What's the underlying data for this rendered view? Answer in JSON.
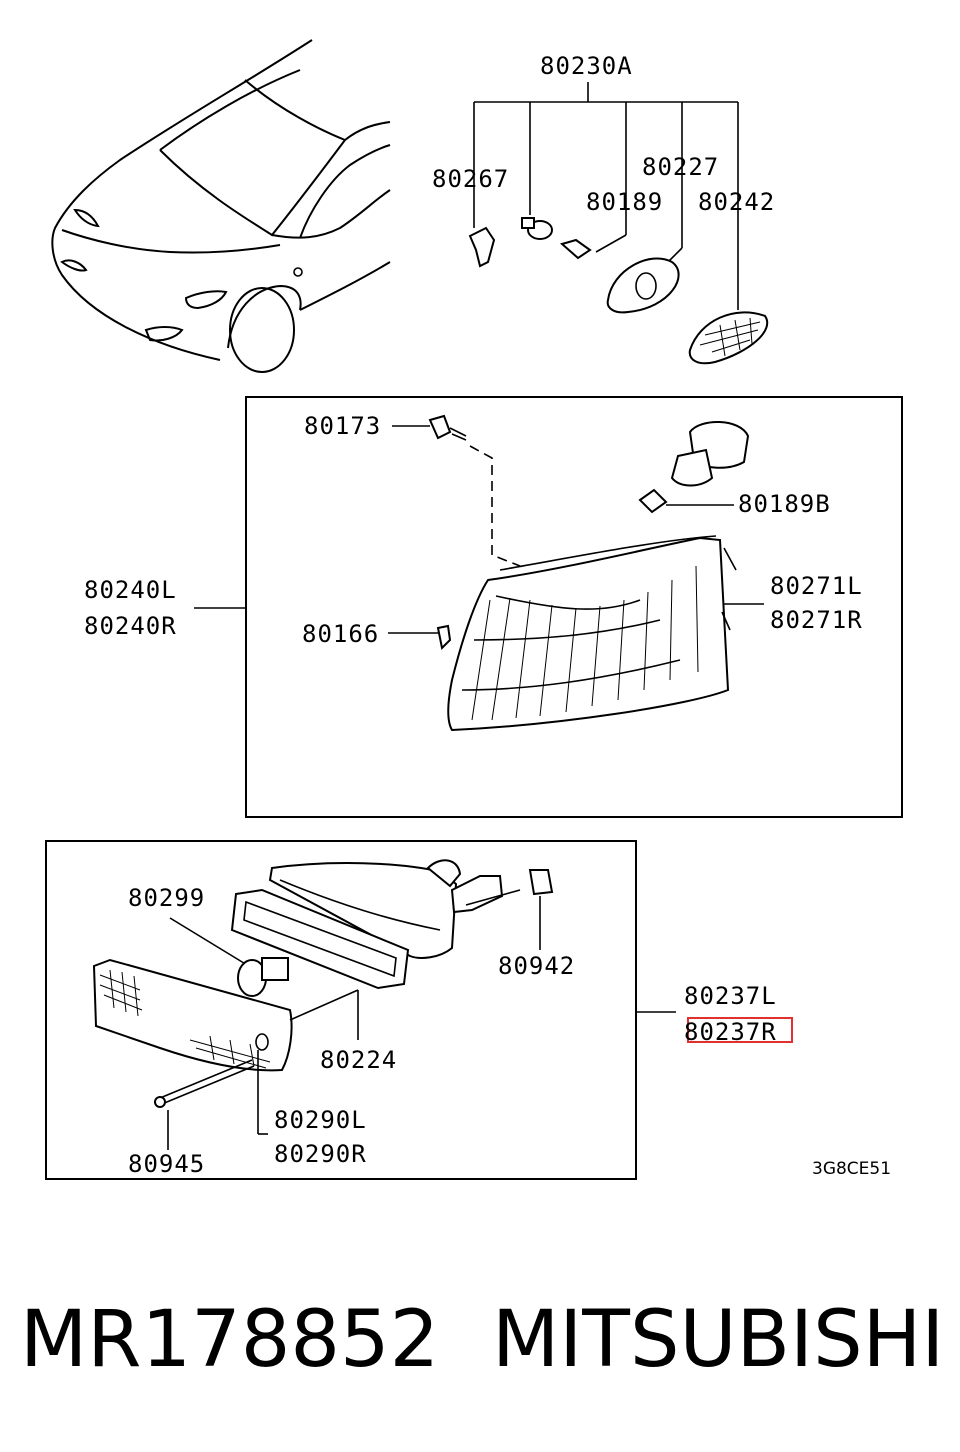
{
  "diagram": {
    "diagram_code": "3G8CE51",
    "callouts": {
      "c80230A": "80230A",
      "c80267": "80267",
      "c80189": "80189",
      "c80227": "80227",
      "c80242": "80242",
      "c80173": "80173",
      "c80189B": "80189B",
      "c80240L": "80240L",
      "c80240R": "80240R",
      "c80271L": "80271L",
      "c80271R": "80271R",
      "c80166": "80166",
      "c80299": "80299",
      "c80942": "80942",
      "c80237L": "80237L",
      "c80237R": "80237R",
      "c80224": "80224",
      "c80290L": "80290L",
      "c80290R": "80290R",
      "c80945": "80945"
    },
    "highlight_color": "#e03030"
  },
  "footer": {
    "part_number": "MR178852",
    "brand": "MITSUBISHI"
  }
}
